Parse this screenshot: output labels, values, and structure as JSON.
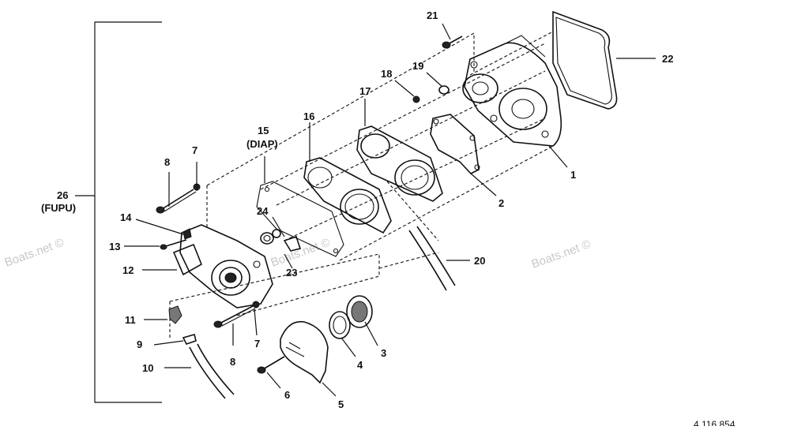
{
  "diagram": {
    "labels": [
      {
        "id": "1",
        "text": "1"
      },
      {
        "id": "2",
        "text": "2"
      },
      {
        "id": "3",
        "text": "3"
      },
      {
        "id": "4",
        "text": "4"
      },
      {
        "id": "5",
        "text": "5"
      },
      {
        "id": "6",
        "text": "6"
      },
      {
        "id": "7a",
        "text": "7"
      },
      {
        "id": "7b",
        "text": "7"
      },
      {
        "id": "8a",
        "text": "8"
      },
      {
        "id": "8b",
        "text": "8"
      },
      {
        "id": "9",
        "text": "9"
      },
      {
        "id": "10",
        "text": "10"
      },
      {
        "id": "11",
        "text": "11"
      },
      {
        "id": "12",
        "text": "12"
      },
      {
        "id": "13",
        "text": "13"
      },
      {
        "id": "14",
        "text": "14"
      },
      {
        "id": "15",
        "text": "15"
      },
      {
        "id": "15sub",
        "text": "(DIAP)"
      },
      {
        "id": "16",
        "text": "16"
      },
      {
        "id": "17",
        "text": "17"
      },
      {
        "id": "18",
        "text": "18"
      },
      {
        "id": "19",
        "text": "19"
      },
      {
        "id": "20",
        "text": "20"
      },
      {
        "id": "21",
        "text": "21"
      },
      {
        "id": "22",
        "text": "22"
      },
      {
        "id": "23",
        "text": "23"
      },
      {
        "id": "24",
        "text": "24"
      },
      {
        "id": "26",
        "text": "26"
      },
      {
        "id": "26sub",
        "text": "(FUPU)"
      }
    ],
    "watermarks": [
      "Boats.net ©",
      "Boats.net ©",
      "Boats.net ©"
    ],
    "footer_code": "4 116 854"
  }
}
